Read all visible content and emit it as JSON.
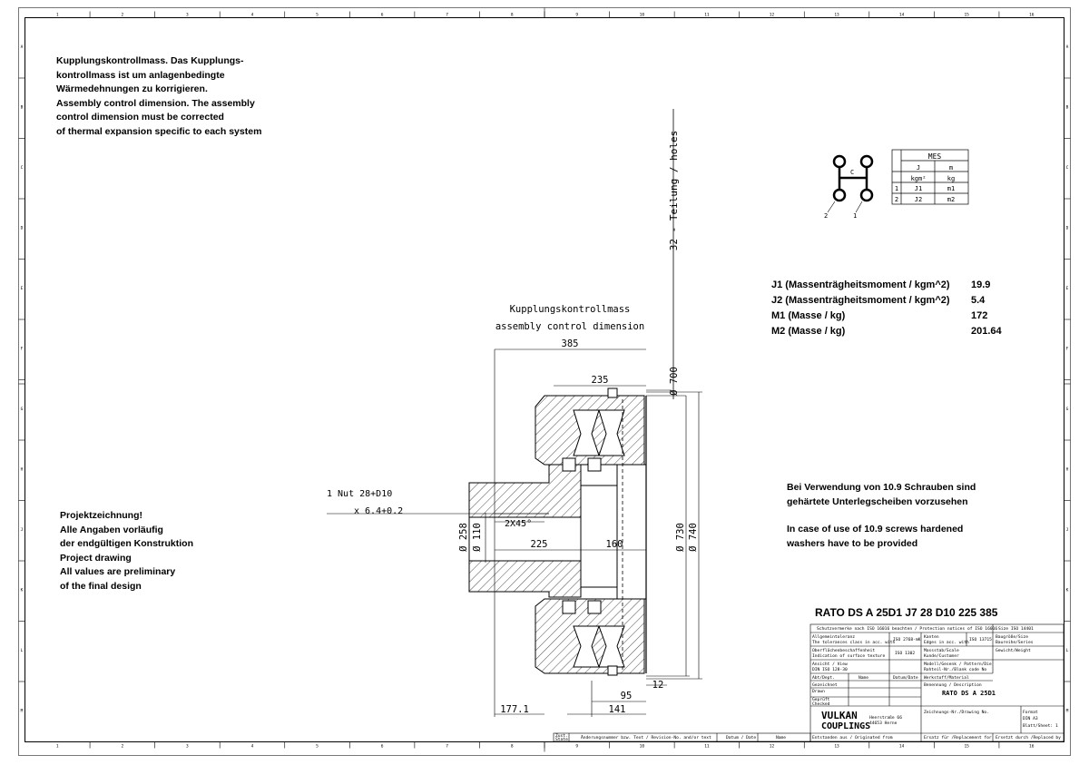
{
  "notes": {
    "assembly": [
      "Kupplungskontrollmass. Das Kupplungs-",
      "kontrollmass ist um anlagenbedingte",
      "Wärmedehnungen zu korrigieren.",
      "Assembly control dimension. The assembly",
      "control dimension must be corrected",
      "of thermal expansion specific to each system"
    ],
    "project": [
      "Projektzeichnung!",
      "Alle Angaben vorläufig",
      "der endgültigen Konstruktion",
      "Project drawing",
      "All values are preliminary",
      "of the final design"
    ],
    "screws": [
      "Bei Verwendung von 10.9 Schrauben sind",
      "gehärtete Unterlegscheiben vorzusehen",
      "",
      "In case of use of 10.9 screws hardened",
      "washers have to be provided"
    ]
  },
  "properties": [
    {
      "label": "J1 (Massenträgheitsmoment / kgm^2)",
      "value": "19.9"
    },
    {
      "label": "J2 (Massenträgheitsmoment / kgm^2)",
      "value": "5.4"
    },
    {
      "label": "M1 (Masse / kg)",
      "value": "172"
    },
    {
      "label": "M2 (Masse / kg)",
      "value": "201.64"
    }
  ],
  "mes_table": {
    "title": "MES",
    "headers": [
      "J",
      "m"
    ],
    "units": [
      "kgm²",
      "kg"
    ],
    "rows": [
      {
        "idx": "1",
        "j": "J1",
        "m": "m1"
      },
      {
        "idx": "2",
        "j": "J2",
        "m": "m2"
      }
    ],
    "schematic_labels": [
      "C",
      "2",
      "1"
    ]
  },
  "dimensions": {
    "holes": "32 - Teilung / holes",
    "control_de": "Kupplungskontrollmass",
    "control_en": "assembly control dimension",
    "d385": "385",
    "d235": "235",
    "d700": "Ø 700",
    "nut1": "1 Nut 28+D10",
    "nut2": "x 6.4+0.2",
    "chamfer": "2X45°",
    "d258": "Ø 258",
    "d110": "Ø 110",
    "d225": "225",
    "d160": "160",
    "d730": "Ø 730",
    "d740": "Ø 740",
    "d12": "12",
    "d95": "95",
    "d141": "141",
    "d1771": "177.1"
  },
  "title_text": "RATO DS A 25D1 J7 28 D10 225 385",
  "title_block": {
    "protection": "Schutzvermerke nach ISO 16016 beachten / Protection notices of ISO 16016",
    "size": "Size ISO 14401",
    "general_tol": "Allgemeintoleranz",
    "tol_en": "The tolerances class in acc. with",
    "iso2768": "ISO 2768-mK",
    "edges": "Kanten",
    "edges_en": "Edges in acc. with",
    "iso13715": "ISO 13715",
    "size_series": "Baugröße/Size",
    "series": "Baureihe/Series",
    "surface": "Oberflächenbeschaffenheit",
    "surface_en": "Indication of surface texture",
    "iso1302": "ISO 1302",
    "scale": "Massstab/Scale",
    "weight": "Gewicht/Weight",
    "customer": "Kunde/Customer",
    "view": "Ansicht / View",
    "din": "DIN ISO 128-30",
    "model": "Modell/Gesenk / Pattern/Die",
    "casting": "Rohteil-Nr./Blank code No",
    "dept": "Abt/Dept.",
    "name": "Name",
    "date": "Datum/Date",
    "material": "Werkstoff/Material",
    "drawn_de": "Gezeichnet",
    "drawn": "Drawn",
    "checked_de": "Geprüft",
    "checked": "Checked",
    "designation": "Benennung / Description",
    "designation_value": "RATO DS A 25D1",
    "company1": "VULKAN",
    "company2": "COUPLINGS",
    "address1": "Heerstraße 66",
    "address2": "44653 Herne",
    "drawing_no": "Zeichnungs-Nr./Drawing No.",
    "format": "Format",
    "format2": "DIN A3",
    "sheet": "Blatt/Sheet: 1",
    "origin": "Entstanden aus / Originated from",
    "replaces": "Ersatz für /Replacement for",
    "replaced": "Ersetzt durch /Replaced by",
    "rev_state": "Zust.",
    "rev_state2": "State",
    "rev_text": "Änderungsnummer bzw. Text / Revision-No. and/or text",
    "rev_date": "Datum / Date",
    "rev_name": "Name"
  },
  "grid_cols": [
    "1",
    "2",
    "3",
    "4",
    "5",
    "6",
    "7",
    "8",
    "9",
    "10",
    "11",
    "12",
    "13",
    "14",
    "15",
    "16"
  ],
  "grid_rows": [
    "A",
    "B",
    "C",
    "D",
    "E",
    "F",
    "G",
    "H",
    "J",
    "K",
    "L",
    "M"
  ]
}
